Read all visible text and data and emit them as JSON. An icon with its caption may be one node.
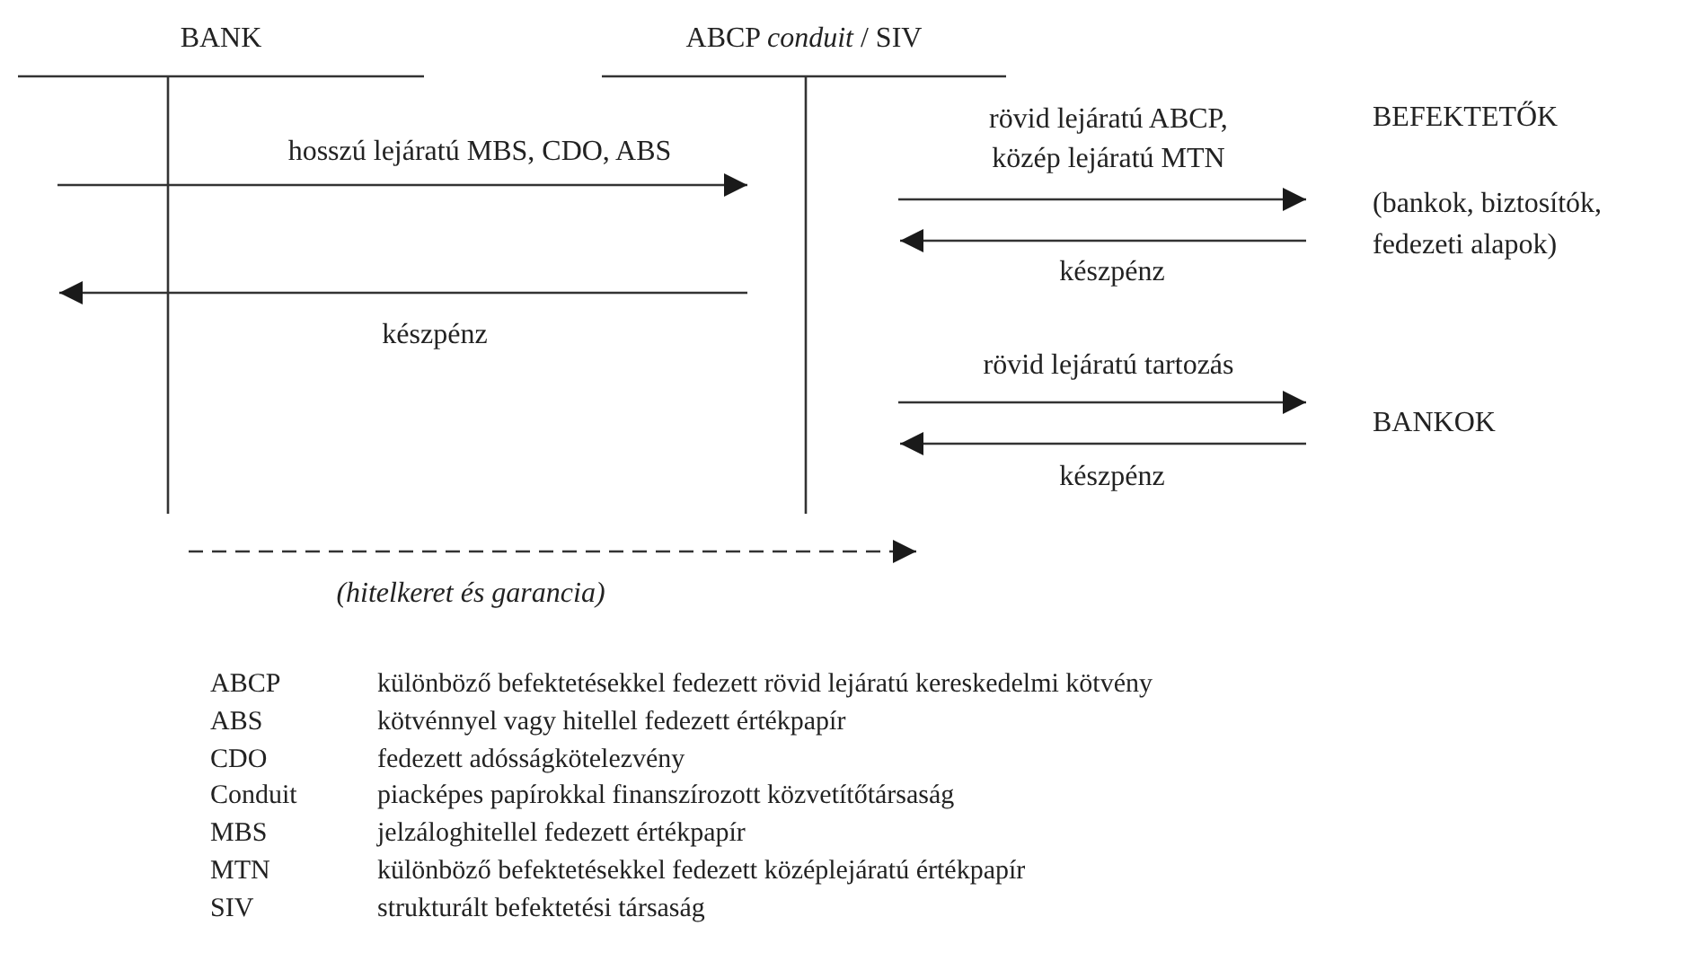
{
  "diagram": {
    "nodes": [
      {
        "text": [
          "BANK"
        ]
      },
      {
        "text": [
          "ABCP *conduit* / SIV"
        ]
      },
      {
        "text": [
          "BEFEKTETŐK",
          "(bankok, biztosítók, fedezeti alapok)"
        ]
      },
      {
        "text": [
          "BANKOK"
        ]
      }
    ],
    "edges": [
      {
        "from": 0,
        "to": 1,
        "arrow": "to",
        "label": "hosszú lejáratú MBS, CDO, ABS"
      },
      {
        "from": 1,
        "to": 0,
        "arrow": "to",
        "label": "készpénz"
      },
      {
        "from": 1,
        "to": 2,
        "arrow": "to",
        "label": "rövid lejáratú ABCP, közép lejáratú MTN"
      },
      {
        "from": 2,
        "to": 1,
        "arrow": "to",
        "label": "készpénz"
      },
      {
        "from": 1,
        "to": 3,
        "arrow": "to",
        "label": "rövid lejáratú tartozás"
      },
      {
        "from": 3,
        "to": 1,
        "arrow": "to",
        "label": "készpénz"
      },
      {
        "from": 0,
        "to": 1,
        "arrow": "to",
        "style": "dashed",
        "label": "(hitelkeret és garancia)"
      }
    ],
    "labels": [
      "ABCP",
      "különböző befektetésekkel fedezett rövid lejáratú kereskedelmi kötvény",
      "ABS",
      "kötvénnyel vagy hitellel fedezett értékpapír",
      "CDO",
      "fedezett adósságkötelezvény",
      "Conduit",
      "piacképes papírokkal finanszírozott közvetítőtársaság",
      "MBS",
      "jelzáloghitellel fedezett értékpapír",
      "MTN",
      "különböző befektetésekkel fedezett középlejáratú értékpapír",
      "SIV",
      "strukturált befektetési társaság"
    ]
  }
}
